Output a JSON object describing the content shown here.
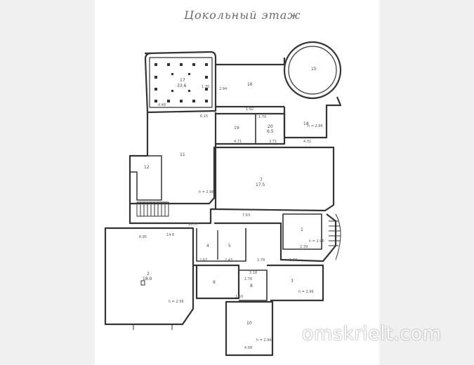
{
  "title": "Цокольный этаж",
  "watermark": "omskrielt.com",
  "rooms": {
    "r17": {
      "num": "17",
      "area": "33.6"
    },
    "r16": {
      "num": "16"
    },
    "r15": {
      "num": "15"
    },
    "r19": {
      "num": "19"
    },
    "r20": {
      "num": "20",
      "area": "6.5"
    },
    "r18": {
      "num": "18"
    },
    "r11": {
      "num": "11"
    },
    "r12": {
      "num": "12"
    },
    "r7": {
      "num": "7",
      "area": "17.5"
    },
    "r2": {
      "num": "2",
      "area": "18.0"
    },
    "r1": {
      "num": "1"
    },
    "r3": {
      "num": "3"
    },
    "r4": {
      "num": "4"
    },
    "r5": {
      "num": "5"
    },
    "r9": {
      "num": "9"
    },
    "r8": {
      "num": "8"
    },
    "r10": {
      "num": "10"
    }
  },
  "dims": {
    "d1": "4.48",
    "d2": "1.70",
    "d3": "6.15",
    "d4": "1.92",
    "d5": "1.70",
    "d6": "4.71",
    "d7": "3.71",
    "d8": "4.31",
    "d9": "2.94",
    "d10": "10.57",
    "d11": "7.63",
    "d12": "14.6",
    "d13": "6.95",
    "d14": "2.67",
    "d15": "2.43",
    "d16": "3.78",
    "d17": "3.18",
    "d18": "1.78",
    "d19": "1.50",
    "d20": "3.87",
    "d21": "2.39",
    "d22": "4.08"
  },
  "heights": {
    "h1": "h = 2.96",
    "h2": "h = 2.96",
    "h3": "h = 2.96",
    "h4": "h = 2.96",
    "h5": "h = 2.96",
    "h6": "h = 2.96"
  }
}
